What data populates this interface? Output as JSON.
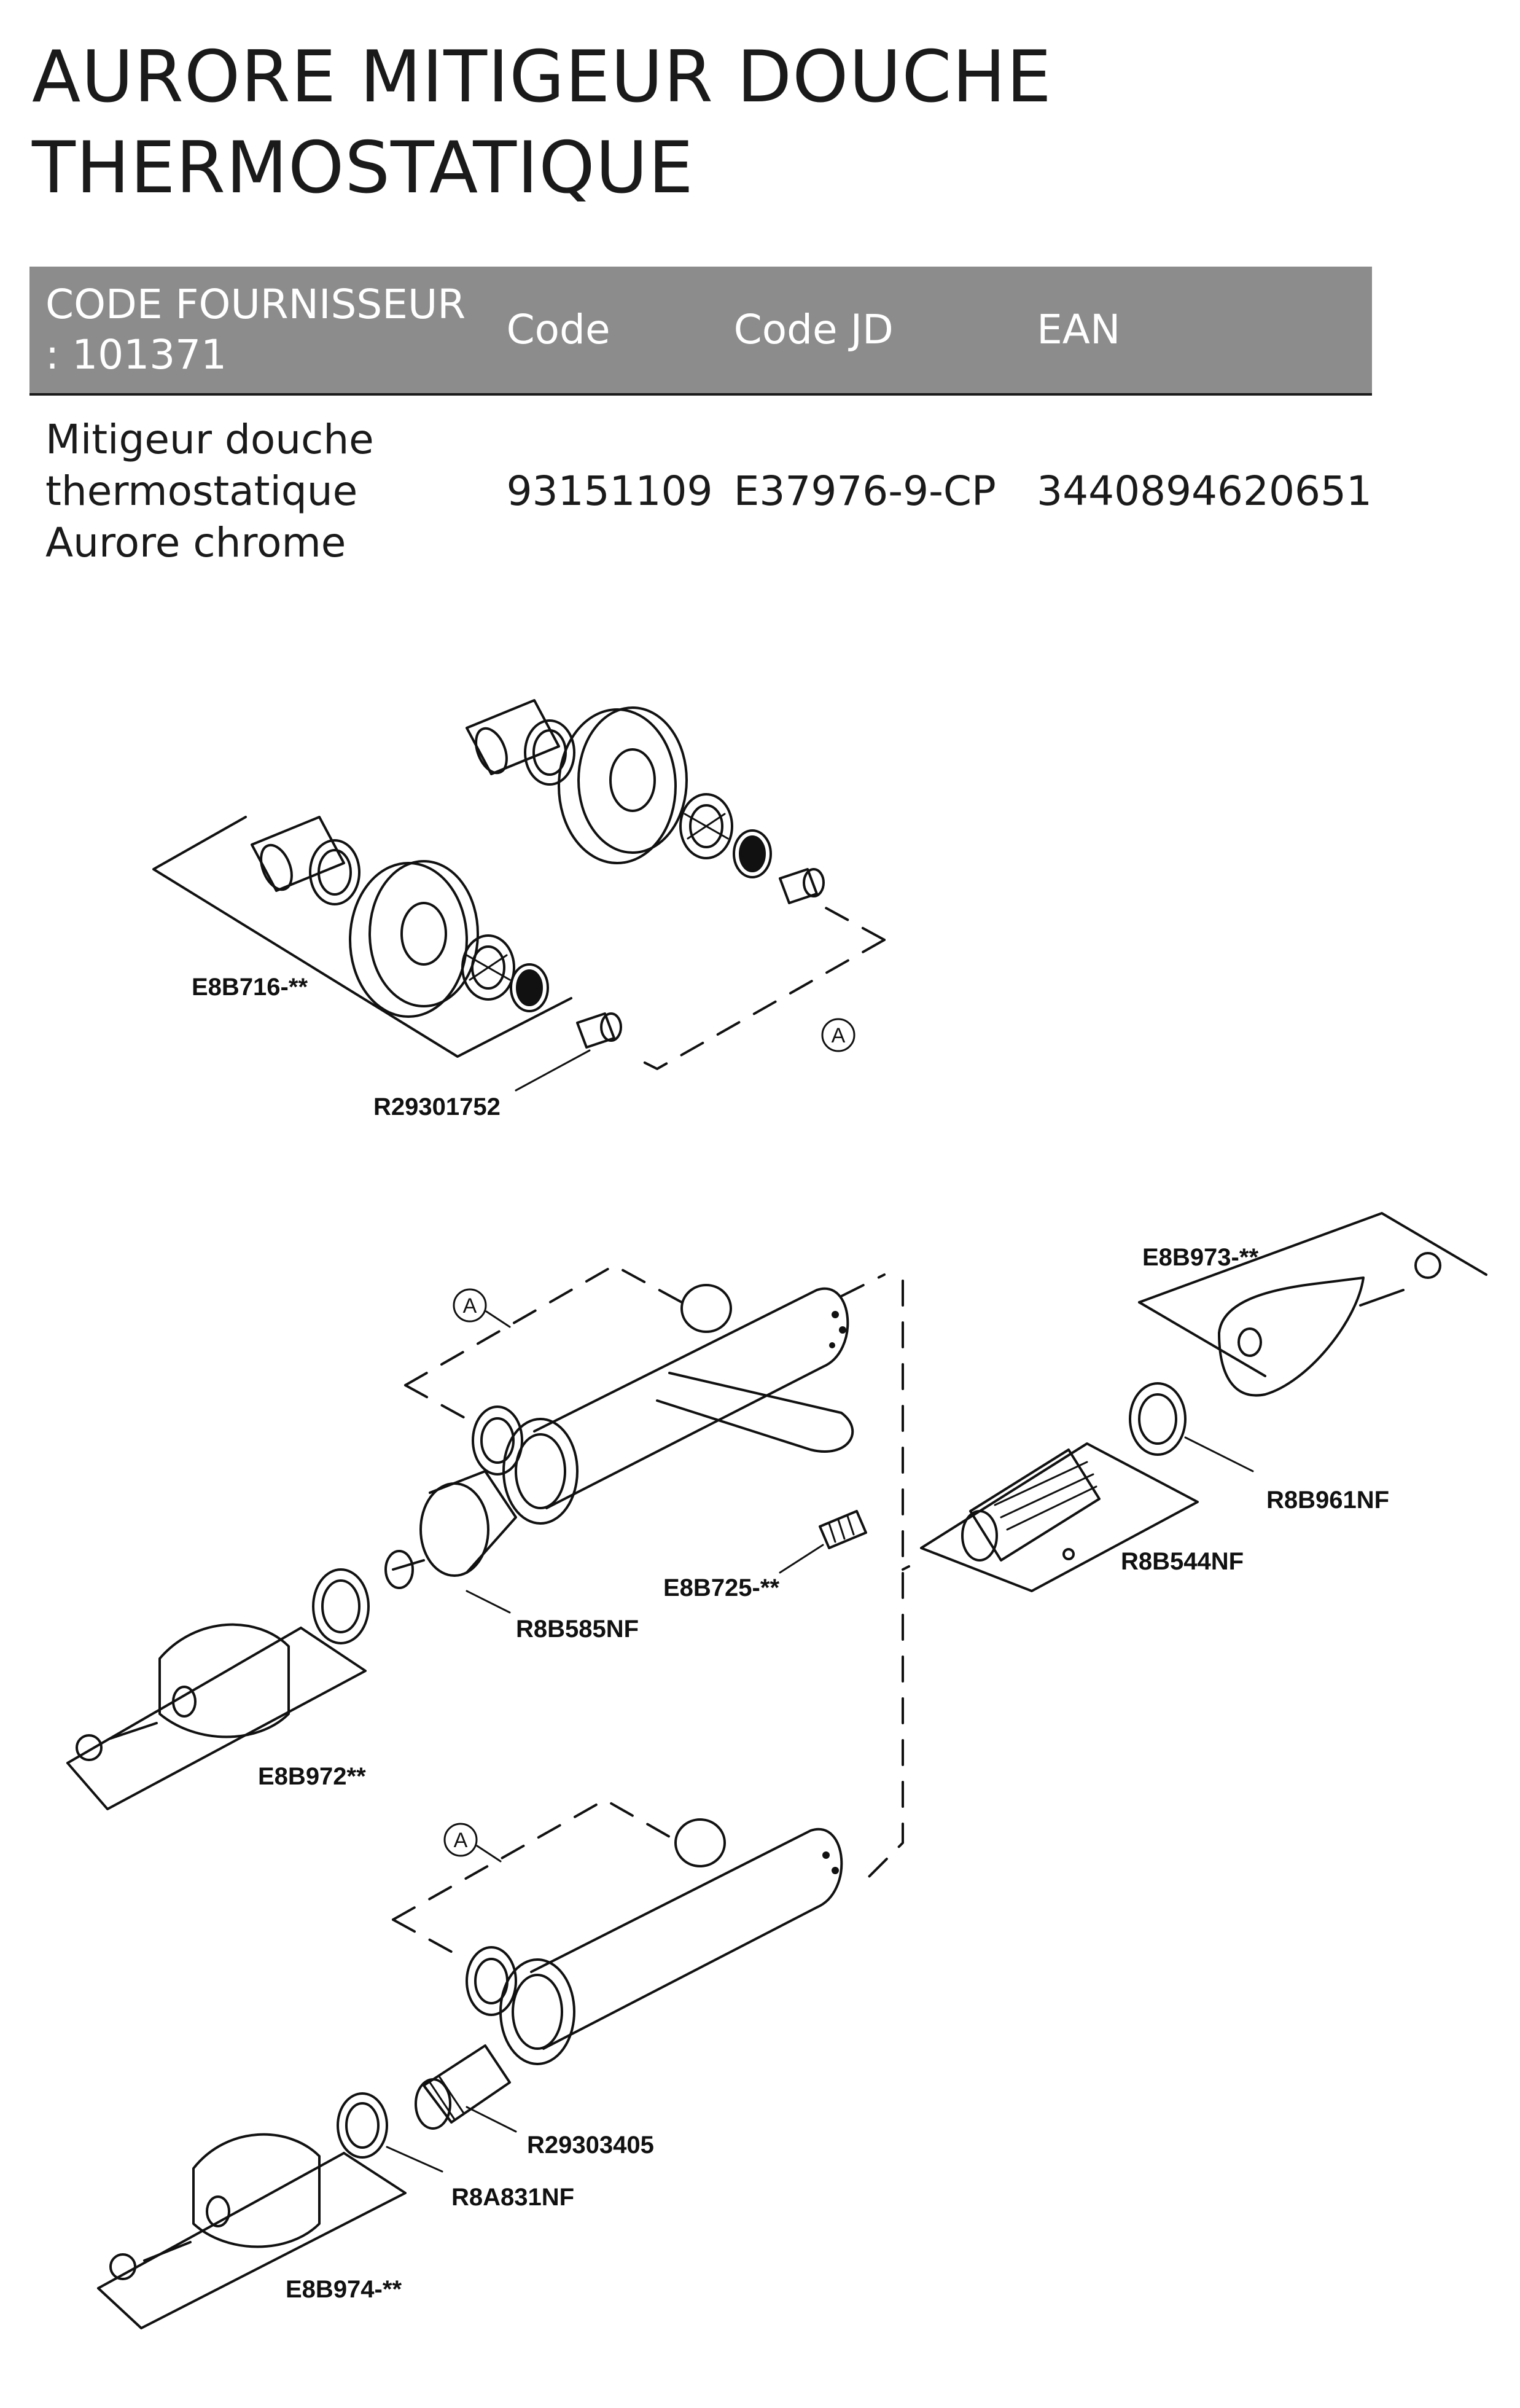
{
  "title": {
    "line1": "AURORE MITIGEUR DOUCHE",
    "line2": "THERMOSTATIQUE"
  },
  "table": {
    "headers": [
      "CODE FOURNISSEUR : 101371",
      "Code",
      "Code JD",
      "EAN"
    ],
    "rows": [
      [
        "Mitigeur douche thermostatique Aurore chrome",
        "93151109",
        "E37976-9-CP",
        "3440894620651"
      ]
    ]
  },
  "diagram": {
    "parts": {
      "e8b716": "E8B716-**",
      "r29301752": "R29301752",
      "e8b973": "E8B973-**",
      "r8b961nf": "R8B961NF",
      "r8b544nf": "R8B544NF",
      "e8b725": "E8B725-**",
      "r8b585nf": "R8B585NF",
      "e8b972": "E8B972**",
      "r29303405": "R29303405",
      "r8a831nf": "R8A831NF",
      "e8b974": "E8B974-**"
    },
    "connector_mark": "A"
  }
}
